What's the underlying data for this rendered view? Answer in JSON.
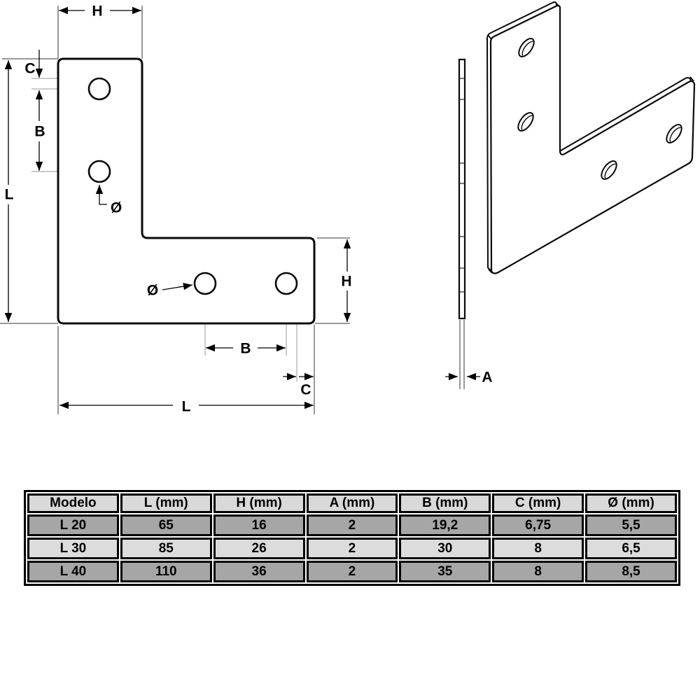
{
  "drawing": {
    "front_view": {
      "labels": {
        "h_top": "H",
        "c_top": "C",
        "b_left": "B",
        "l_left": "L",
        "dia_upper": "Ø",
        "dia_lower": "Ø",
        "b_bottom": "B",
        "c_bottom": "C",
        "l_bottom": "L",
        "h_right": "H"
      }
    },
    "side_view": {
      "labels": {
        "a": "A"
      }
    },
    "line_color": "#000000"
  },
  "table": {
    "headers": [
      "Modelo",
      "L (mm)",
      "H (mm)",
      "A (mm)",
      "B (mm)",
      "C (mm)",
      "Ø (mm)"
    ],
    "rows": [
      {
        "bg": "#a6a6a6",
        "cells": [
          "L 20",
          "65",
          "16",
          "2",
          "19,2",
          "6,75",
          "5,5"
        ]
      },
      {
        "bg": "#dcdcdc",
        "cells": [
          "L 30",
          "85",
          "26",
          "2",
          "30",
          "8",
          "6,5"
        ]
      },
      {
        "bg": "#a6a6a6",
        "cells": [
          "L 40",
          "110",
          "36",
          "2",
          "35",
          "8",
          "8,5"
        ]
      }
    ],
    "colors": {
      "header_bg": "#d9d9d9",
      "border": "#000000"
    }
  }
}
